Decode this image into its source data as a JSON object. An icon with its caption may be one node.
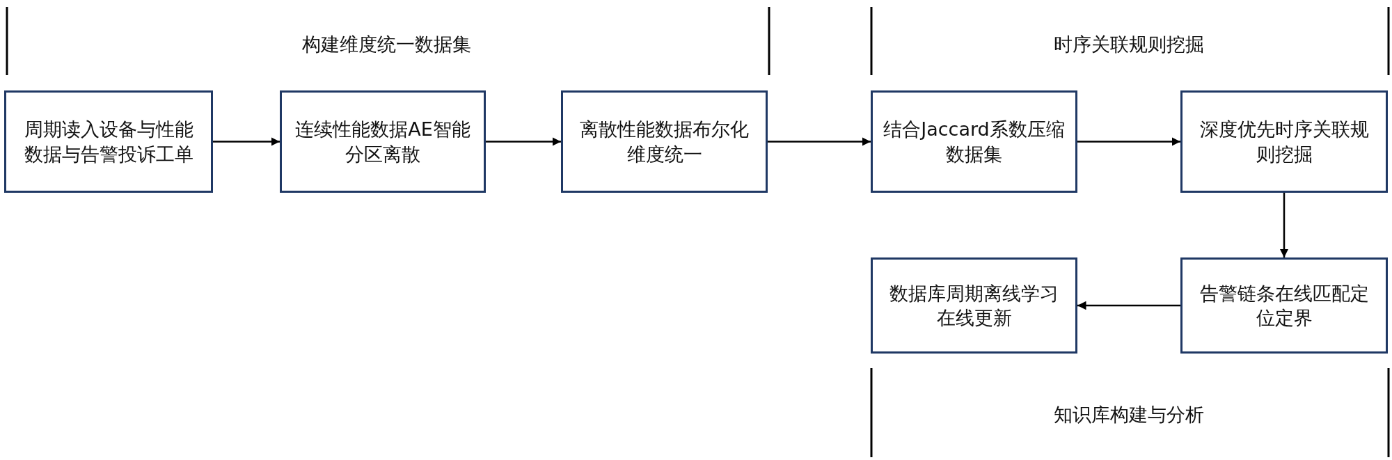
{
  "diagram": {
    "nodes": [
      {
        "text": [
          "周期读入设备与性能数据与告警投诉工单"
        ]
      },
      {
        "text": [
          "连续性能数据AE智能分区离散"
        ]
      },
      {
        "text": [
          "离散性能数据布尔化维度统一"
        ]
      },
      {
        "text": [
          "结合Jaccard系数压缩数据集"
        ]
      },
      {
        "text": [
          "深度优先时序关联规则挖掘"
        ]
      },
      {
        "text": [
          "数据库周期离线学习在线更新"
        ]
      },
      {
        "text": [
          "告警链条在线匹配定位定界"
        ]
      }
    ],
    "edges": [
      {
        "from": 0,
        "to": 1,
        "arrow": "to"
      },
      {
        "from": 1,
        "to": 2,
        "arrow": "to"
      },
      {
        "from": 2,
        "to": 3,
        "arrow": "to"
      },
      {
        "from": 3,
        "to": 4,
        "arrow": "to"
      },
      {
        "from": 4,
        "to": 6,
        "arrow": "to"
      },
      {
        "from": 6,
        "to": 5,
        "arrow": "to"
      }
    ],
    "labels": [
      "构建维度统一数据集",
      "时序关联规则挖掘",
      "知识库构建与分析"
    ]
  }
}
